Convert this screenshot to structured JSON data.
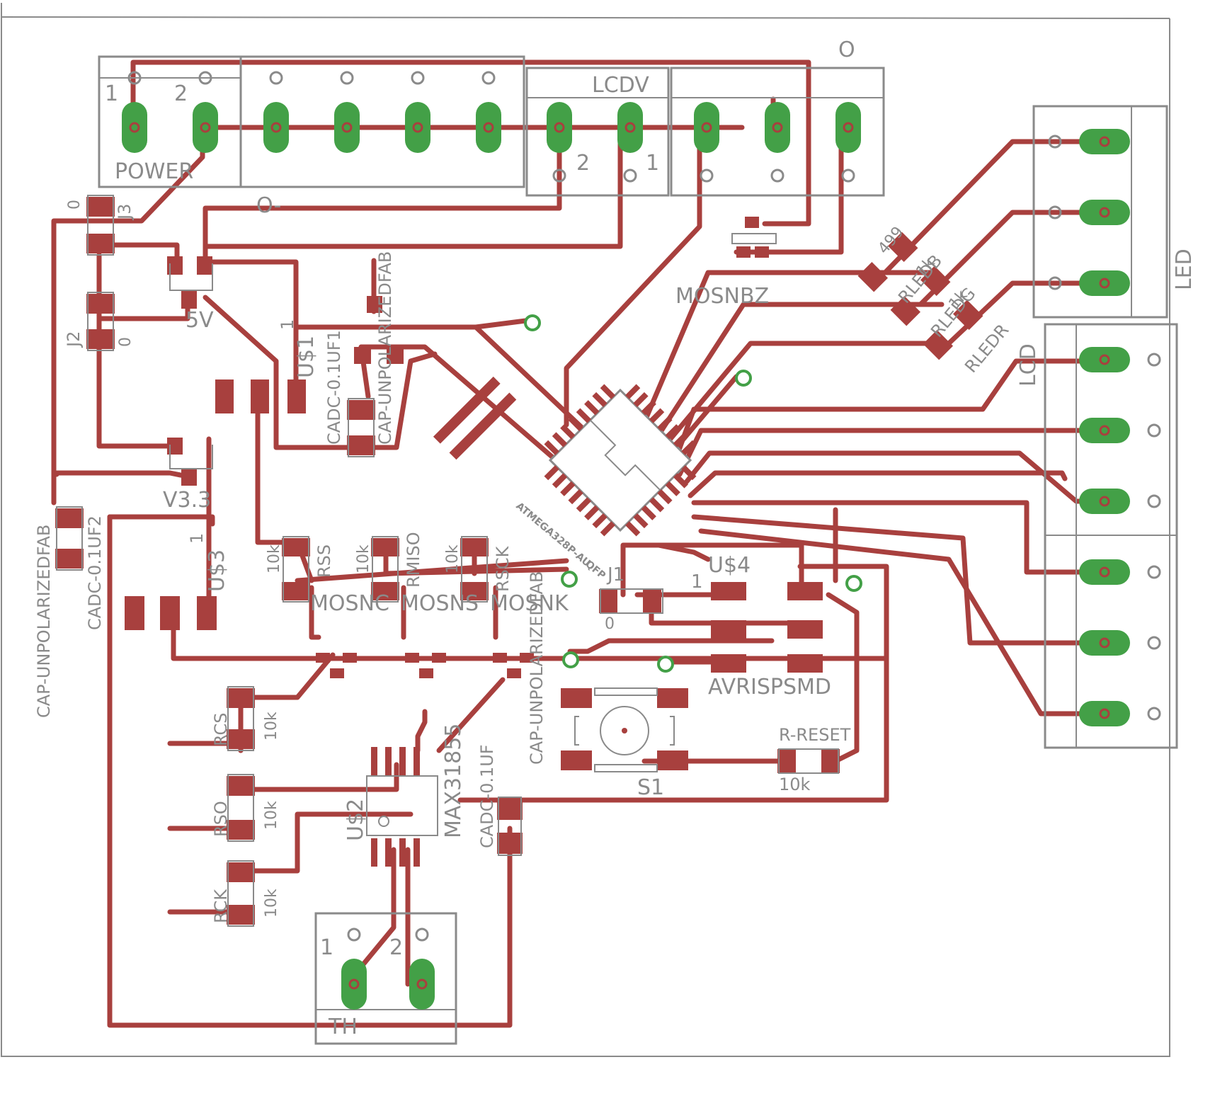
{
  "colors": {
    "trace": "#a8403e",
    "pad": "#a8403e",
    "pin_pad": "#43a047",
    "outline": "#8a8a8a",
    "background": "#ffffff"
  },
  "headers": {
    "power": "POWER",
    "lcdv": "LCDV",
    "th": "TH",
    "led": "LED",
    "lcd": "LCD",
    "pin1": "1",
    "pin2": "2",
    "o_top": "O",
    "o_minus": "O-"
  },
  "jumpers": {
    "j3": "J3",
    "j2": "J2",
    "zero": "0"
  },
  "regulators": {
    "v5": "5V",
    "v33": "V3.3"
  },
  "ics": {
    "us1": "U$1",
    "us2": "U$2",
    "us3": "U$3",
    "us4": "U$4",
    "max": "MAX31855",
    "atmega": "ATMEGA328P-AU",
    "qfp": "QFP",
    "one": "1"
  },
  "caps": {
    "cadc1": "CADC-0.1UF1",
    "cadc2": "CADC-0.1UF2",
    "cadc": "CADC-0.1UF",
    "unpol": "CAP-UNPOLARIZEDFAB"
  },
  "resistors": {
    "r10k": "10k",
    "r499": "499",
    "r1k": "1k",
    "rss": "RSS",
    "rmiso": "RMISO",
    "rsck": "RSCK",
    "rcs": "RCS",
    "rso": "RSO",
    "rck": "RCK",
    "rledb": "RLEDB",
    "rledg": "RLEDG",
    "rledr": "RLEDR",
    "rreset": "R-RESET"
  },
  "mosfets": {
    "mosnc": "MOSNC",
    "mosns": "MOSNS",
    "mosnk": "MOSNK",
    "mosnbz": "MOSNBZ"
  },
  "misc": {
    "j1": "J1",
    "avrisp": "AVRISPSMD",
    "s1": "S1"
  }
}
